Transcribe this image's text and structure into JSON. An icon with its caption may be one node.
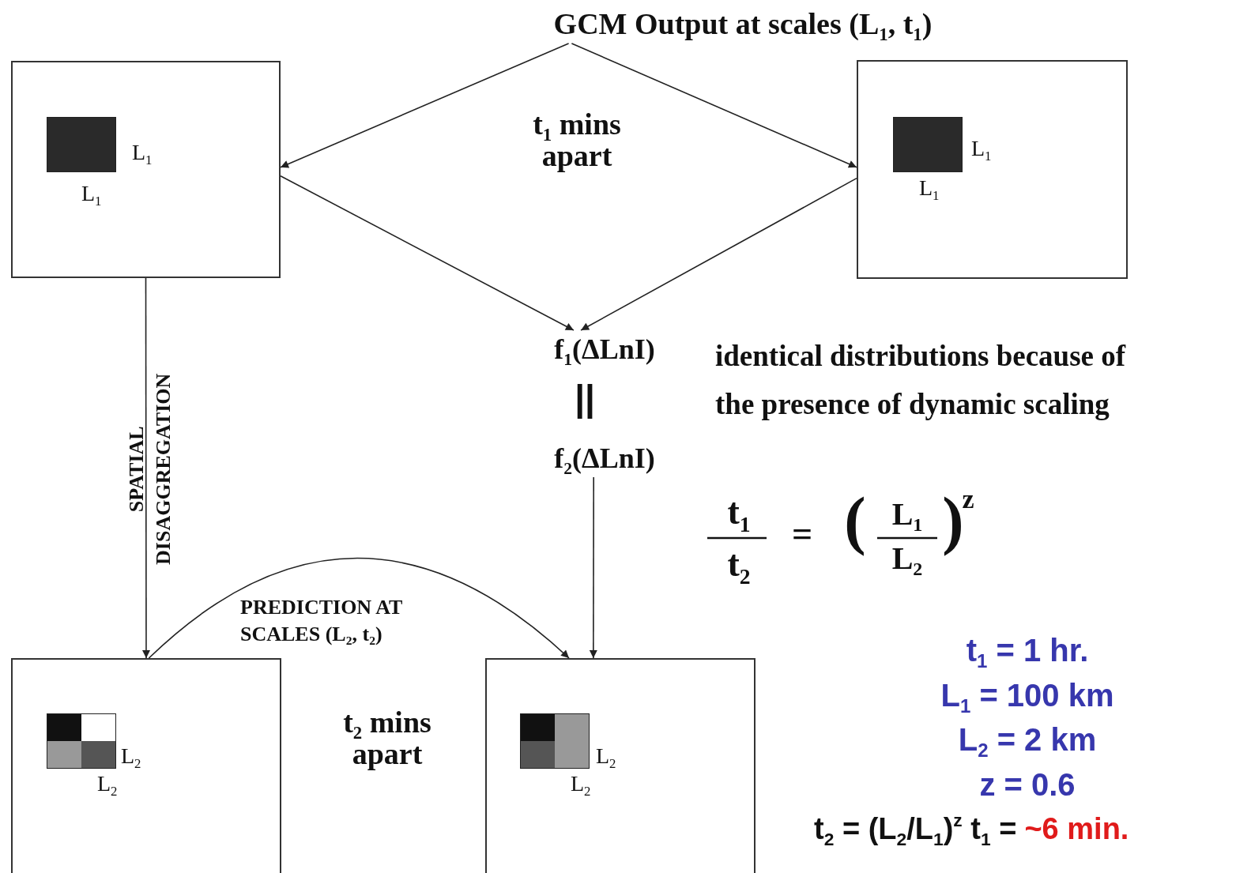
{
  "diagram": {
    "nodes": [
      {
        "text": [
          "GCM Output at scales (L$_{1}$, t$_{1}$)"
        ]
      },
      {
        "text": [
          "L$_{1}$",
          "L$_{1}$"
        ]
      },
      {
        "text": [
          "L$_{1}$",
          "L$_{1}$"
        ]
      },
      {
        "text": [
          "f$_{1}$(ΔLnI)"
        ]
      },
      {
        "text": [
          "f$_{2}$(ΔLnI)"
        ]
      },
      {
        "text": [
          "L$_{2}$",
          "L$_{2}$"
        ]
      },
      {
        "text": [
          "L$_{2}$",
          "L$_{2}$"
        ]
      }
    ],
    "edges": [
      {
        "from": 0,
        "to": 1,
        "arrow": "to"
      },
      {
        "from": 0,
        "to": 2,
        "arrow": "to"
      },
      {
        "from": 1,
        "to": 3,
        "arrow": "to"
      },
      {
        "from": 2,
        "to": 3,
        "arrow": "to"
      },
      {
        "from": 1,
        "to": 5,
        "arrow": "to",
        "label": "SPATIAL DISAGGREGATION"
      },
      {
        "from": 5,
        "to": 6,
        "arrow": "to",
        "label": "PREDICTION AT SCALES (L$_{2}$, t$_{2}$)"
      },
      {
        "from": 4,
        "to": 6,
        "arrow": "to"
      }
    ],
    "labels": [
      "t$_{1}$ mins apart",
      "||",
      "identical distributions because of the presence of dynamic scaling",
      "t$_{1}$",
      "t$_{2}$",
      "=",
      "(",
      "L$_{1}$",
      "L$_{2}$",
      ")",
      "z",
      "t$_{2}$ mins apart",
      "t$_{1}$ = 1 hr.",
      "L$_{1}$ = 100 km",
      "L$_{2}$ = 2 km",
      "z = 0.6",
      "t$_{2}$ = (L$_{2}$/L$_{1}$)$^{z}$ t$_{1}$ =",
      "~6 min."
    ]
  }
}
